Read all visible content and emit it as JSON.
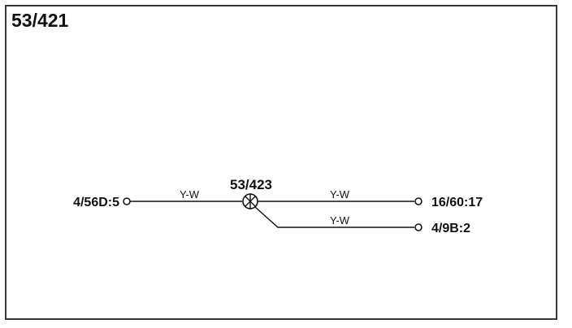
{
  "diagram": {
    "title": "53/421",
    "splice": {
      "label": "53/423"
    },
    "connectors": {
      "left": "4/56D:5",
      "right_top": "16/60:17",
      "right_bottom": "4/9B:2"
    },
    "wires": {
      "left": "Y-W",
      "right_top": "Y-W",
      "right_bottom": "Y-W"
    }
  }
}
